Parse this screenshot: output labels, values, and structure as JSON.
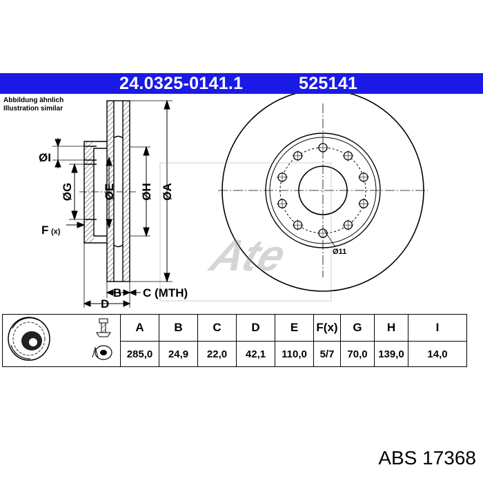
{
  "header": {
    "part_number": "24.0325-0141.1",
    "code": "525141",
    "color": "#1a1ae6"
  },
  "notes": {
    "line1": "Abbildung ähnlich",
    "line2": "Illustration similar"
  },
  "drawing": {
    "labels": {
      "I": "ØI",
      "G": "ØG",
      "E": "ØE",
      "H": "ØH",
      "A": "ØA",
      "F": "F",
      "F_suffix": "(x)",
      "B": "B",
      "C": "C (MTH)",
      "D": "D",
      "bolt_hole": "Ø11"
    },
    "watermark": "Ate"
  },
  "table": {
    "icons": [
      "brake-disc-icon",
      "bolt-icon",
      "wheel-hub-icon"
    ],
    "headers": [
      "A",
      "B",
      "C",
      "D",
      "E",
      "F(x)",
      "G",
      "H",
      "I"
    ],
    "values": [
      "285,0",
      "24,9",
      "22,0",
      "42,1",
      "110,0",
      "5/7",
      "70,0",
      "139,0",
      "14,0"
    ]
  },
  "footer": {
    "text": "ABS 17368"
  }
}
